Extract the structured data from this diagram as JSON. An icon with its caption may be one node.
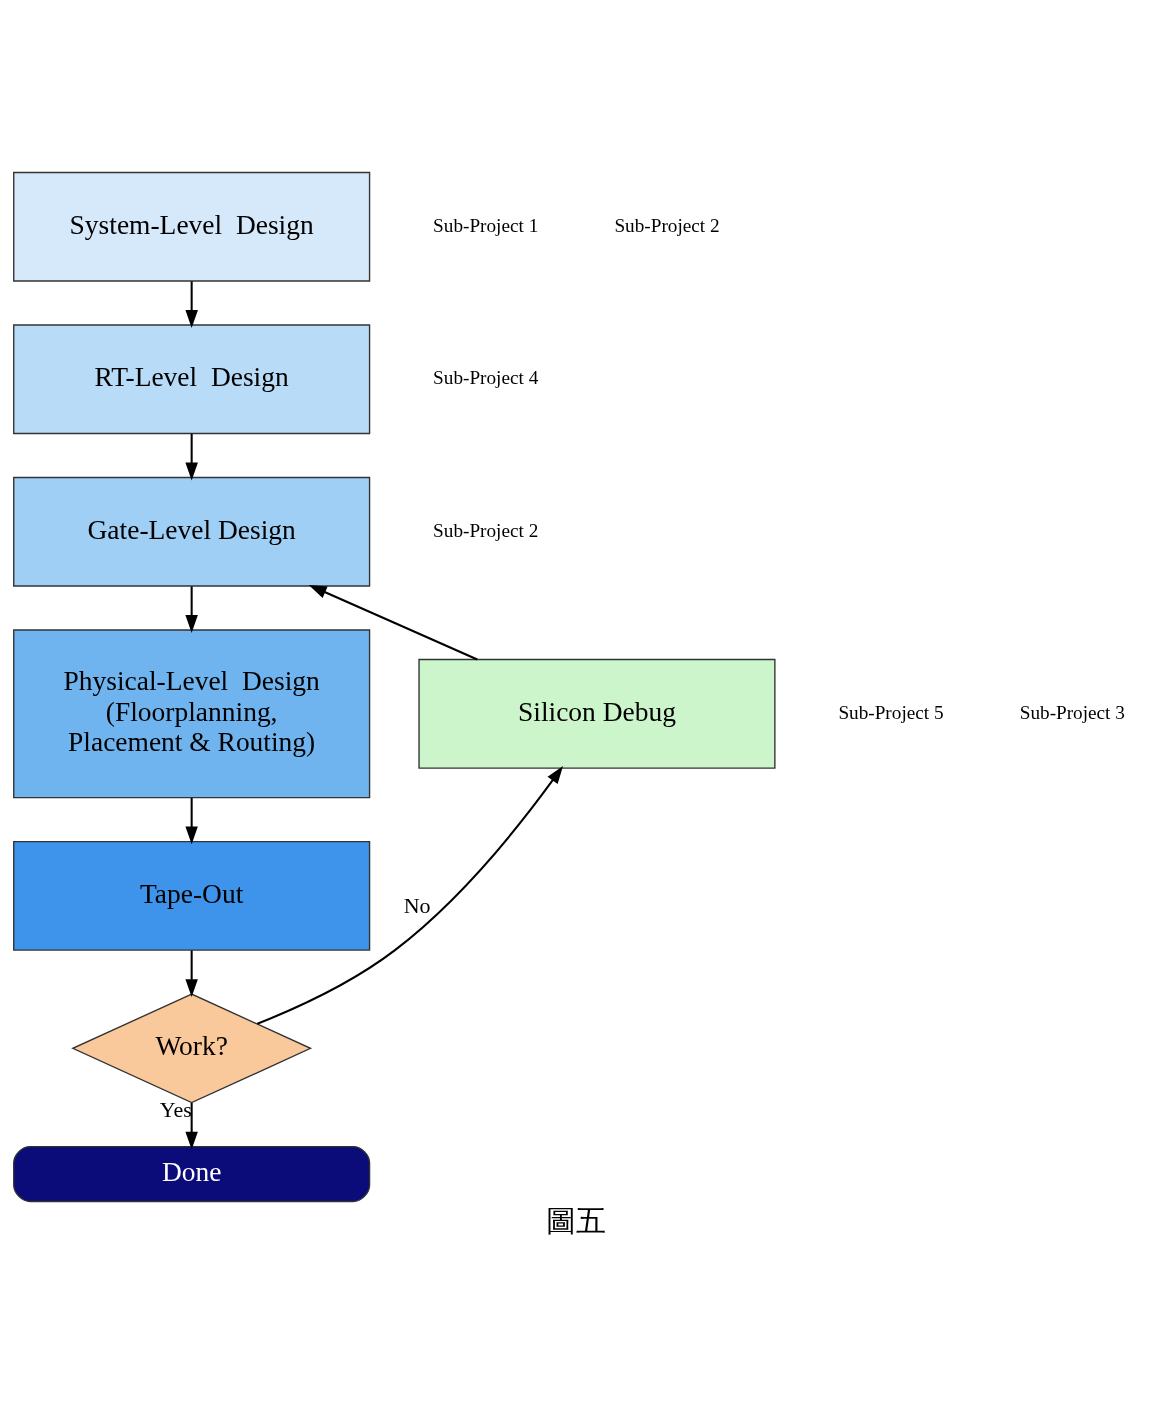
{
  "diagram": {
    "caption": "圖五",
    "nodes": [
      {
        "text": [
          "System-Level  Design"
        ]
      },
      {
        "text": [
          "RT-Level  Design"
        ]
      },
      {
        "text": [
          "Gate-Level Design"
        ]
      },
      {
        "text": [
          "Physical-Level  Design (Floorplanning, Placement & Routing)"
        ]
      },
      {
        "text": [
          "Tape-Out"
        ]
      },
      {
        "text": [
          "Work?"
        ]
      },
      {
        "text": [
          "Done"
        ]
      },
      {
        "text": [
          "Silicon Debug"
        ]
      }
    ],
    "edges": [
      {
        "from": 0,
        "to": 1,
        "arrow": "to"
      },
      {
        "from": 1,
        "to": 2,
        "arrow": "to"
      },
      {
        "from": 2,
        "to": 3,
        "arrow": "to"
      },
      {
        "from": 3,
        "to": 4,
        "arrow": "to"
      },
      {
        "from": 4,
        "to": 5,
        "arrow": "to"
      },
      {
        "from": 5,
        "to": 7,
        "arrow": "to",
        "label": "No"
      },
      {
        "from": 5,
        "to": 6,
        "arrow": "to",
        "label": "Yes"
      },
      {
        "from": 7,
        "to": 2,
        "arrow": "to"
      }
    ],
    "labels": [
      "Sub-Project 1",
      "Sub-Project 2",
      "Sub-Project 4",
      "Sub-Project 2",
      "Sub-Project 5",
      "Sub-Project 3"
    ]
  }
}
